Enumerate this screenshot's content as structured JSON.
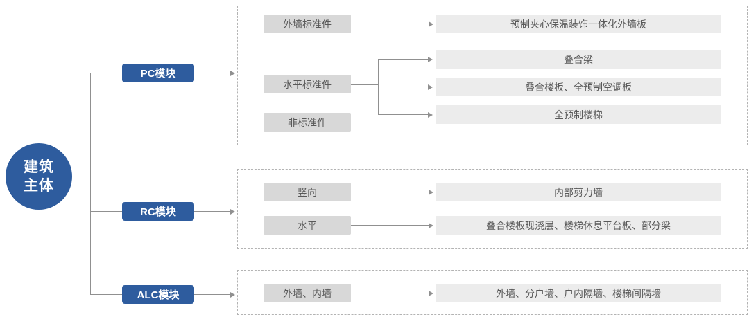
{
  "root": {
    "line1": "建筑",
    "line2": "主体"
  },
  "modules": {
    "pc": "PC模块",
    "rc": "RC模块",
    "alc": "ALC模块"
  },
  "pc_group": {
    "labels": {
      "exterior_wall_std": "外墙标准件",
      "horizontal_std": "水平标准件",
      "non_std": "非标准件"
    },
    "outputs": {
      "wall_panel": "预制夹心保温装饰一体化外墙板",
      "composite_beam": "叠合梁",
      "composite_slab_ac": "叠合楼板、全预制空调板",
      "precast_stair": "全预制楼梯"
    }
  },
  "rc_group": {
    "labels": {
      "vertical": "竖向",
      "horizontal": "水平"
    },
    "outputs": {
      "shear_wall": "内部剪力墙",
      "slab_landing_beam": "叠合楼板现浇层、楼梯休息平台板、部分梁"
    }
  },
  "alc_group": {
    "labels": {
      "walls": "外墙、内墙"
    },
    "outputs": {
      "wall_types": "外墙、分户墙、户内隔墙、楼梯间隔墙"
    }
  },
  "colors": {
    "brand_blue": "#2e5c9e",
    "label_gray": "#d8d8d8",
    "output_gray": "#ececec",
    "line_gray": "#909090",
    "dashed_border": "#b3b3b3",
    "text_dark": "#595959"
  }
}
